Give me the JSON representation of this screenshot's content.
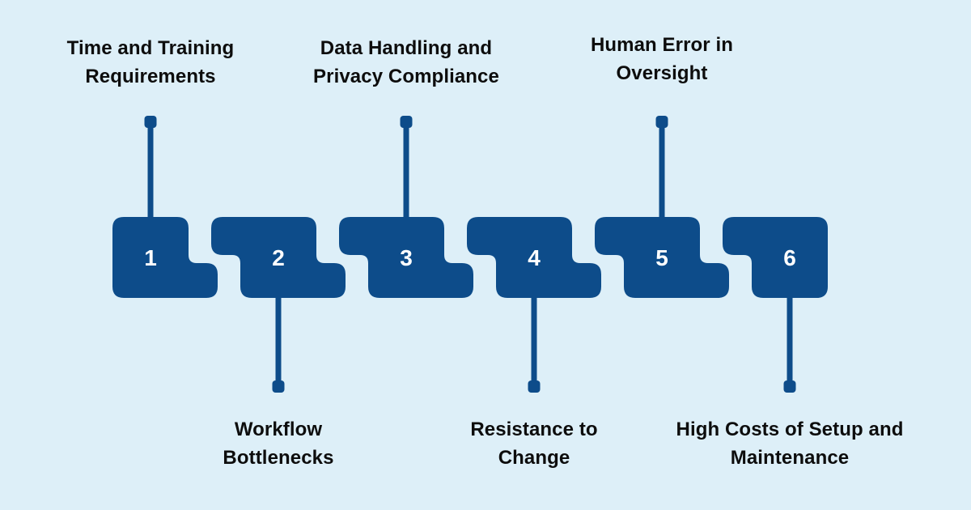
{
  "colors": {
    "bg": "#ddeff8",
    "accent": "#0d4c8a",
    "number": "#ffffff",
    "text": "#0d0d0d"
  },
  "items": [
    {
      "number": "1",
      "position": "top",
      "label_line1": "Time and Training",
      "label_line2": "Requirements"
    },
    {
      "number": "2",
      "position": "bottom",
      "label_line1": "Workflow",
      "label_line2": "Bottlenecks"
    },
    {
      "number": "3",
      "position": "top",
      "label_line1": "Data Handling and",
      "label_line2": "Privacy Compliance"
    },
    {
      "number": "4",
      "position": "bottom",
      "label_line1": "Resistance to",
      "label_line2": "Change"
    },
    {
      "number": "5",
      "position": "top",
      "label_line1": "Human Error in",
      "label_line2": "Oversight"
    },
    {
      "number": "6",
      "position": "bottom",
      "label_line1": "High Costs of Setup and",
      "label_line2": "Maintenance"
    }
  ]
}
